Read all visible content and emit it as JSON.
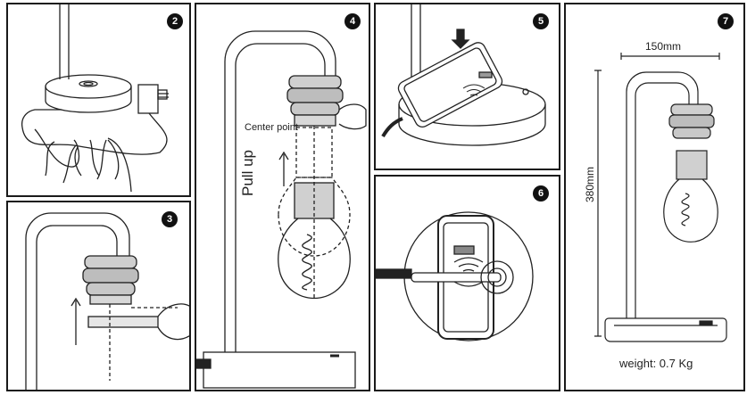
{
  "steps": [
    {
      "number": "2"
    },
    {
      "number": "3"
    },
    {
      "number": "4",
      "center_point_label": "Center point",
      "pull_label": "Pull up"
    },
    {
      "number": "5"
    },
    {
      "number": "6"
    },
    {
      "number": "7",
      "width_label": "150mm",
      "height_label": "380mm",
      "weight_label": "weight: 0.7 Kg"
    }
  ]
}
